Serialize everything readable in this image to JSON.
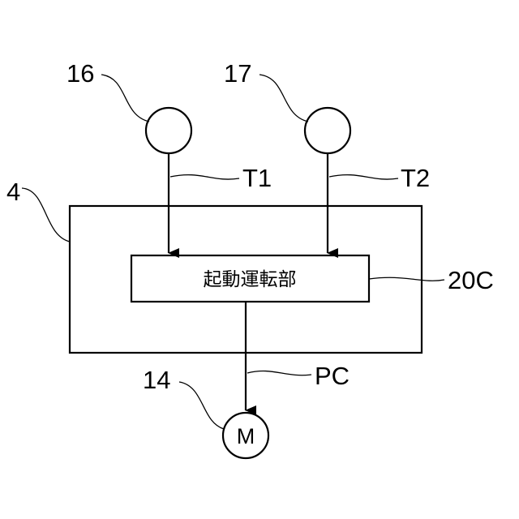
{
  "labels": {
    "sensor_a": "16",
    "sensor_b": "17",
    "signal_a": "T1",
    "signal_b": "T2",
    "controller": "4",
    "unit": "20C",
    "output_signal": "PC",
    "motor_ref": "14"
  },
  "unit_text": "起動運転部",
  "motor_symbol": "M"
}
